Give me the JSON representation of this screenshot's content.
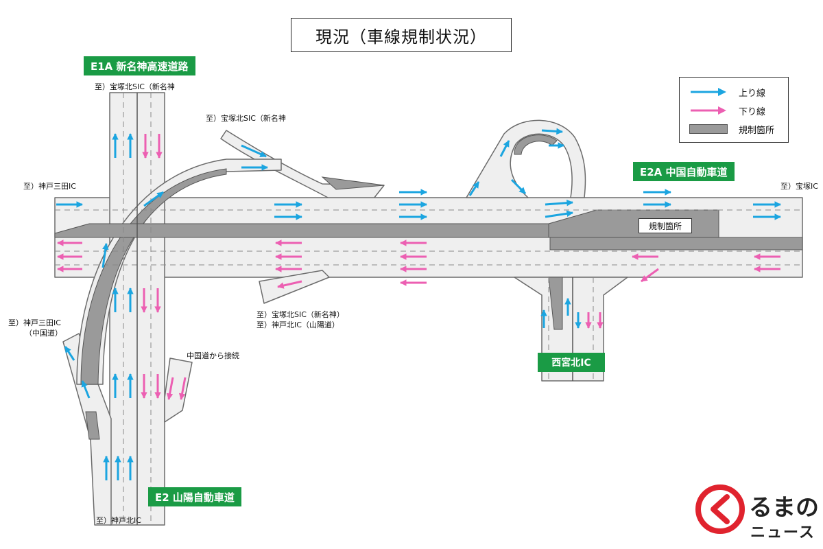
{
  "title": "現況（車線規制状況）",
  "colors": {
    "up": "#1ba5e0",
    "down": "#ec5fb2",
    "restriction": "#9a9a9a",
    "road": "#efefef",
    "route_sign": "#1a9b45",
    "logo": "#e0232e"
  },
  "route_signs": {
    "e1a": "E1A 新名神高速道路",
    "e2a": "E2A 中国自動車道",
    "e2": "E2 山陽自動車道",
    "ic": "西宮北IC"
  },
  "legend": {
    "up": "上り線",
    "down": "下り線",
    "restriction": "規制箇所"
  },
  "restriction_label": "規制箇所",
  "destinations": {
    "top_shinmeishin": "至）宝塚北SIC（新名神",
    "upper_ramp": "至）宝塚北SIC（新名神",
    "kobe_sanda": "至）神戸三田IC",
    "takarazuka": "至）宝塚IC",
    "kobe_sanda_chugoku_1": "至）神戸三田IC",
    "kobe_sanda_chugoku_2": "（中国道）",
    "lower_ramp_1": "至）宝塚北SIC（新名神）",
    "lower_ramp_2": "至）神戸北IC（山陽道）",
    "chugoku_connection": "中国道から接続",
    "kobe_kita": "至）神戸北IC"
  },
  "logo": {
    "line1": "るまの",
    "line2": "ニュース"
  }
}
